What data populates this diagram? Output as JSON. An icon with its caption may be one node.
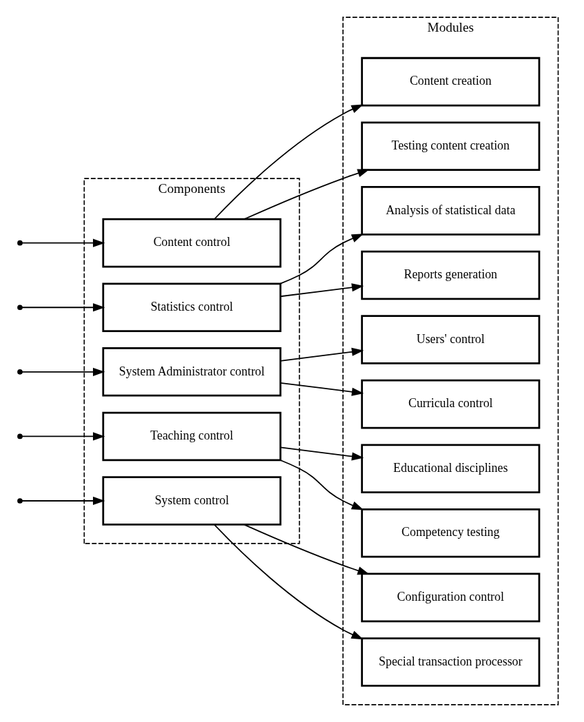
{
  "diagram": {
    "nodes": [
      {
        "text": [
          "Components"
        ]
      },
      {
        "text": [
          "Content control"
        ],
        "in": 0
      },
      {
        "text": [
          "Statistics control"
        ],
        "in": 0
      },
      {
        "text": [
          "System Administrator control"
        ],
        "in": 0
      },
      {
        "text": [
          "Teaching control"
        ],
        "in": 0
      },
      {
        "text": [
          "System control"
        ],
        "in": 0
      },
      {
        "text": [
          "Modules"
        ]
      },
      {
        "text": [
          "Content creation"
        ],
        "in": 6
      },
      {
        "text": [
          "Testing content creation"
        ],
        "in": 6
      },
      {
        "text": [
          "Analysis of statistical data"
        ],
        "in": 6
      },
      {
        "text": [
          "Reports generation"
        ],
        "in": 6
      },
      {
        "text": [
          "Users' control"
        ],
        "in": 6
      },
      {
        "text": [
          "Curricula control"
        ],
        "in": 6
      },
      {
        "text": [
          "Educational disciplines"
        ],
        "in": 6
      },
      {
        "text": [
          "Competency testing"
        ],
        "in": 6
      },
      {
        "text": [
          "Configuration control"
        ],
        "in": 6
      },
      {
        "text": [
          "Special transaction processor"
        ],
        "in": 6
      }
    ],
    "edges": [
      {
        "from": null,
        "to": 1,
        "arrow": "to"
      },
      {
        "from": null,
        "to": 2,
        "arrow": "to"
      },
      {
        "from": null,
        "to": 3,
        "arrow": "to"
      },
      {
        "from": null,
        "to": 4,
        "arrow": "to"
      },
      {
        "from": null,
        "to": 5,
        "arrow": "to"
      },
      {
        "from": 1,
        "to": 7,
        "arrow": "to"
      },
      {
        "from": 1,
        "to": 8,
        "arrow": "to"
      },
      {
        "from": 2,
        "to": 9,
        "arrow": "to"
      },
      {
        "from": 2,
        "to": 10,
        "arrow": "to"
      },
      {
        "from": 3,
        "to": 11,
        "arrow": "to"
      },
      {
        "from": 3,
        "to": 12,
        "arrow": "to"
      },
      {
        "from": 4,
        "to": 13,
        "arrow": "to"
      },
      {
        "from": 4,
        "to": 14,
        "arrow": "to"
      },
      {
        "from": 5,
        "to": 15,
        "arrow": "to"
      },
      {
        "from": 5,
        "to": 16,
        "arrow": "to"
      }
    ]
  }
}
